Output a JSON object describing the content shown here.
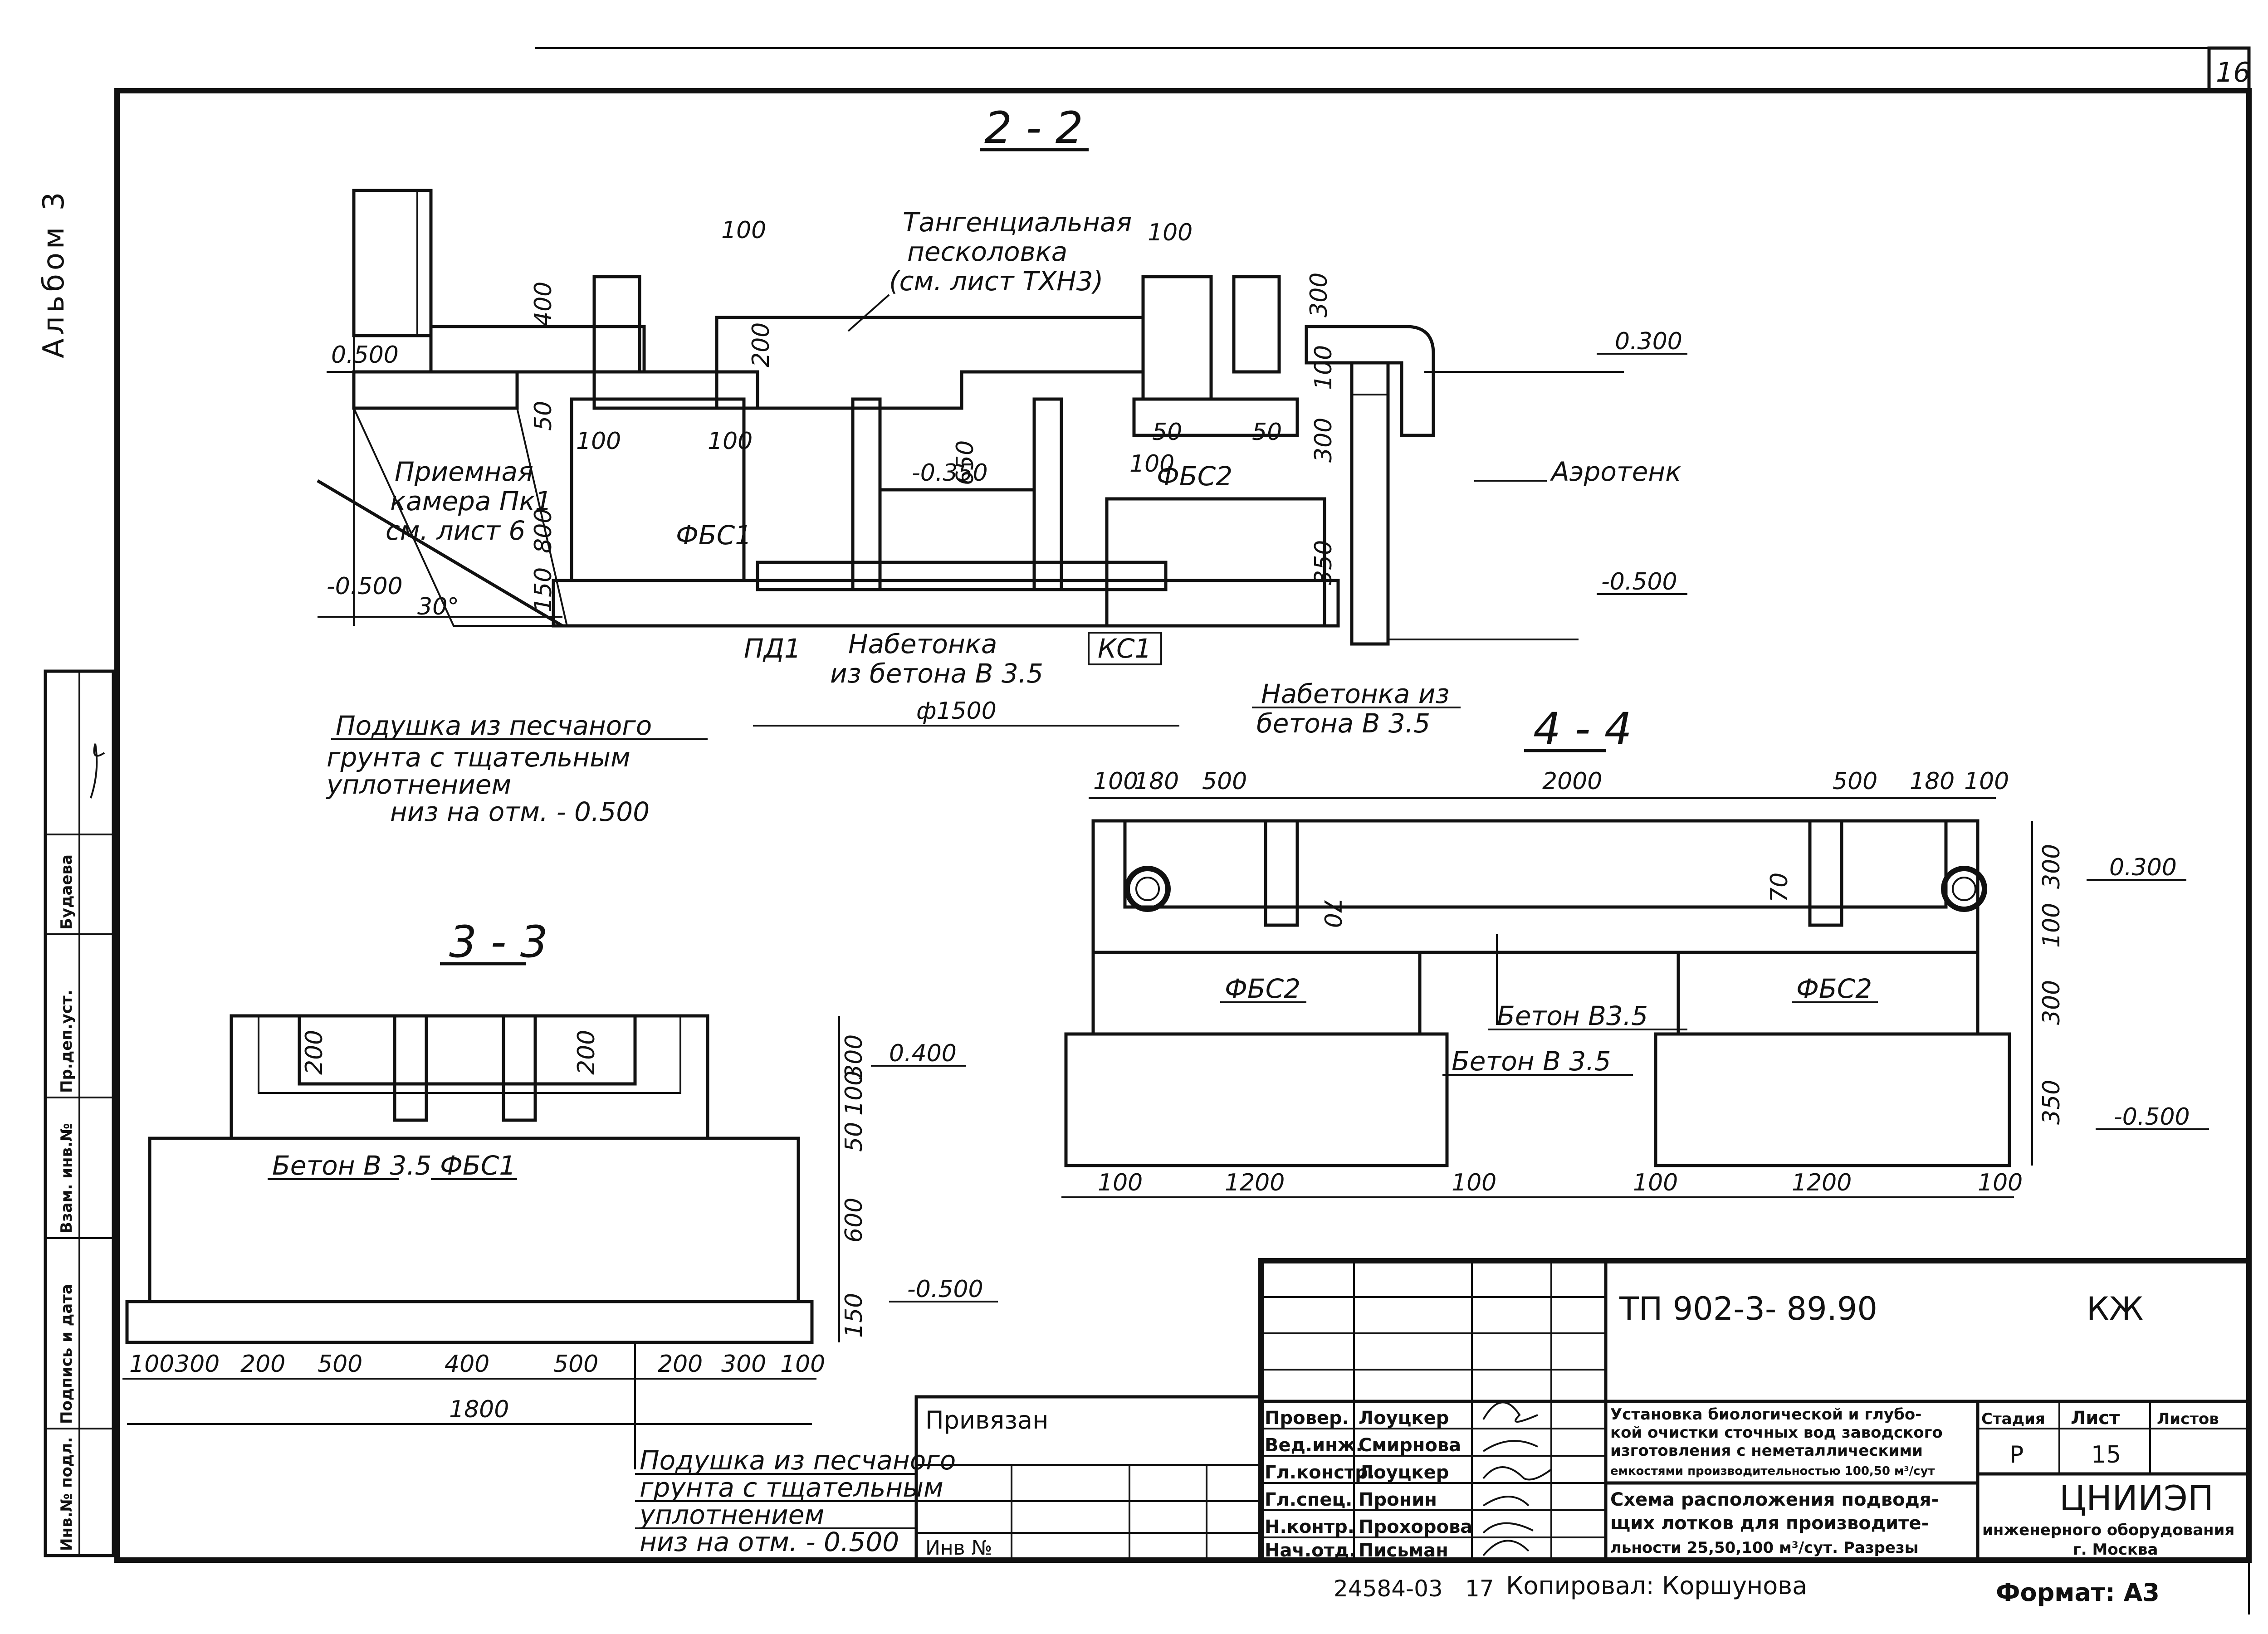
{
  "sheet_number": "16",
  "album": "Альбом 3",
  "left_stamp": [
    "Инв.№ подл.",
    "Подпись и дата",
    "Взам. инв.№",
    "Пр.деп.уст.",
    "Будаева"
  ],
  "sections": {
    "s22": {
      "title": "2 - 2",
      "labels": {
        "tangential": [
          "Тангенциальная",
          "песколовка",
          "(см. лист ТХН3)"
        ],
        "receiving": [
          "Приемная",
          "камера Пк1",
          "см. лист 6"
        ],
        "aerotank": "Аэротенк",
        "fbs1": "ФБС1",
        "fbs2": "ФБС2",
        "pd1": "ПД1",
        "ks1": "КС1",
        "concrete_cover": [
          "Набетонка",
          "из бетона В 3.5"
        ],
        "concrete_cover2": [
          "Набетонка из",
          "бетона В 3.5"
        ],
        "cushion": [
          "Подушка из песчаного",
          "грунта с тщательным",
          "уплотнением",
          "низ на отм. - 0.500"
        ]
      },
      "elevations": [
        "0.500",
        "0.300",
        "-0.350",
        "-0.500",
        "-0.500"
      ],
      "dims": [
        "100",
        "100",
        "400",
        "200",
        "650",
        "300",
        "100",
        "300",
        "350",
        "50",
        "100",
        "100",
        "50",
        "50",
        "100",
        "800",
        "150",
        "30°",
        "ф1500"
      ]
    },
    "s33": {
      "title": "3 - 3",
      "labels": {
        "beton": "Бетон В 3.5",
        "fbs1": "ФБС1",
        "cushion": [
          "Подушка из песчаного",
          "грунта с тщательным",
          "уплотнением",
          "низ на отм. - 0.500"
        ]
      },
      "elevations": [
        "0.400",
        "-0.500"
      ],
      "dims_bottom": [
        "100",
        "300",
        "200",
        "500",
        "400",
        "500",
        "200",
        "300",
        "100"
      ],
      "total": "1800",
      "dims_side": [
        "200",
        "200",
        "300",
        "100",
        "50",
        "600",
        "150"
      ]
    },
    "s44": {
      "title": "4 - 4",
      "labels": {
        "fbs2a": "ФБС2",
        "fbs2b": "ФБС2",
        "beton1": "Бетон В3.5",
        "beton2": "Бетон В 3.5"
      },
      "elevations": [
        "0.300",
        "-0.500"
      ],
      "dims_top": [
        "100",
        "180",
        "500",
        "2000",
        "500",
        "180",
        "100"
      ],
      "dims_bottom": [
        "100",
        "1200",
        "100",
        "100",
        "1200",
        "100"
      ],
      "dims_side": [
        "300",
        "100",
        "300",
        "350",
        "70",
        "70"
      ]
    }
  },
  "title_block": {
    "code": "ТП 902-3- 89.90",
    "mark": "КЖ",
    "bound": "Привязан",
    "inv": "Инв №",
    "roles": [
      "Провер.",
      "Вед.инж.",
      "Гл.констр.",
      "Гл.спец.",
      "Н.контр.",
      "Нач.отд."
    ],
    "names": [
      "Лоуцкер",
      "Смирнова",
      "Лоуцкер",
      "Пронин",
      "Прохорова",
      "Письман"
    ],
    "project": [
      "Установка биологической и глубо-",
      "кой очистки сточных вод заводского",
      "изготовления с неметаллическими",
      "емкостями производительностью 100,50 м³/сут"
    ],
    "sheet_title": [
      "Схема расположения подводя-",
      "щих лотков для производите-",
      "льности 25,50,100 м³/сут. Разрезы"
    ],
    "stage_h": "Стадия",
    "sheet_h": "Лист",
    "sheets_h": "Листов",
    "stage": "Р",
    "sheet": "15",
    "org": "ЦНИИЭП",
    "org_sub": [
      "инженерного оборудования",
      "г. Москва"
    ]
  },
  "footer": {
    "inv": "24584-03",
    "sheet": "17",
    "copied": "Копировал: Коршунова",
    "format": "Формат: А3"
  }
}
